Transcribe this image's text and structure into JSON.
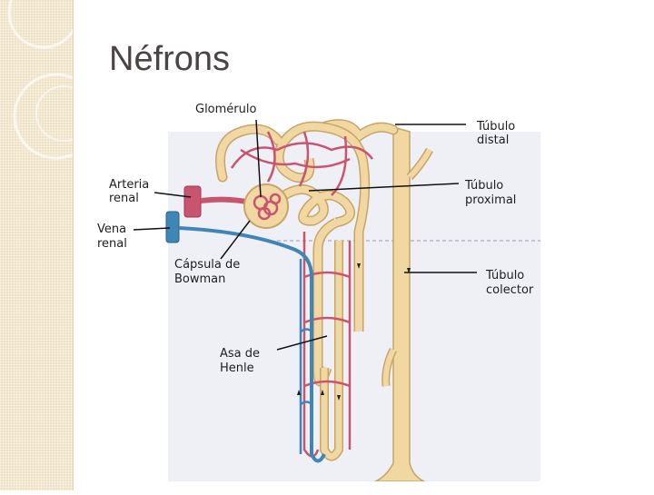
{
  "slide": {
    "title": "Néfrons"
  },
  "diagram": {
    "labels": {
      "glomerulo": "Glomérulo",
      "tubulo_distal": [
        "Túbulo",
        "distal"
      ],
      "arteria_renal": [
        "Arteria",
        "renal"
      ],
      "tubulo_proximal": [
        "Túbulo",
        "proximal"
      ],
      "vena_renal": [
        "Vena",
        "renal"
      ],
      "capsula_bowman": [
        "Cápsula de",
        "Bowman"
      ],
      "tubulo_colector": [
        "Túbulo",
        "colector"
      ],
      "asa_henle": [
        "Asa de",
        "Henle"
      ]
    },
    "colors": {
      "tubule": "#f1d7a2",
      "tubule_edge": "#c9a468",
      "artery": "#c9546f",
      "vein": "#3f86b6",
      "background_band": "#efe2c4"
    }
  }
}
